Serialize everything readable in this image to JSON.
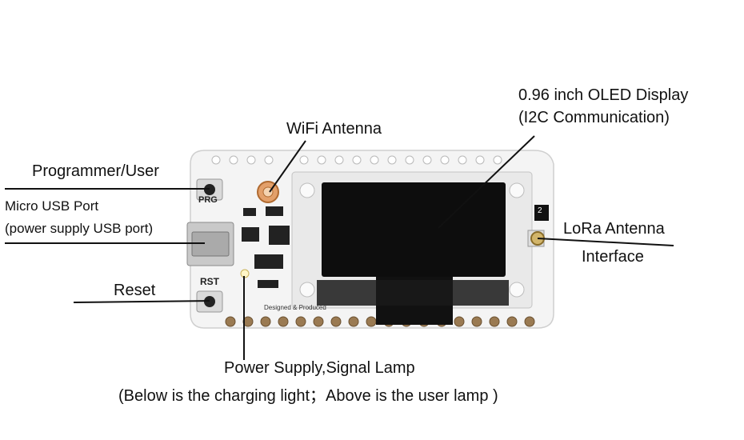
{
  "labels": {
    "wifi_antenna": "WiFi Antenna",
    "oled_line1": "0.96 inch OLED Display",
    "oled_line2": "(I2C Communication)",
    "programmer_user": "Programmer/User",
    "micro_usb_line1": "Micro USB Port",
    "micro_usb_line2": "(power supply USB port)",
    "reset": "Reset",
    "lora_line1": "LoRa Antenna",
    "lora_line2": "Interface",
    "power_line1": "Power Supply,Signal Lamp",
    "power_line2": "(Below is the charging light；Above is the user lamp )"
  },
  "board_silkscreen": {
    "prg": "PRG",
    "rst": "RST",
    "designed": "Designed & Produced",
    "corner": "2"
  }
}
